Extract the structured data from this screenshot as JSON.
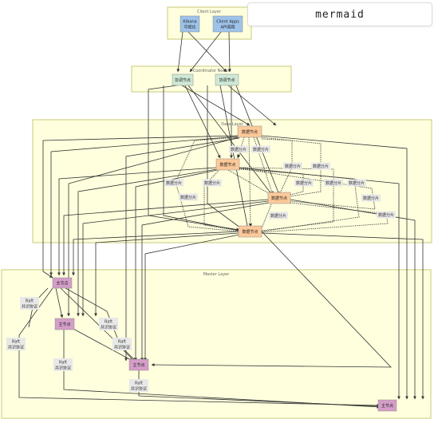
{
  "header": {
    "title": "mermaid"
  },
  "layers": {
    "client": "Client Layer",
    "coordinator": "Coordinator Nodes",
    "data": "Data Layer",
    "master": "Master Layer"
  },
  "nodes": {
    "kibana": [
      "Kibana",
      "可视化"
    ],
    "client_apps": [
      "Client Apps",
      "API调用"
    ],
    "coord_node": "协调节点",
    "data_node": "数据节点",
    "master_node": "主节点"
  },
  "edge_labels": {
    "shard": "数据分片",
    "raft": [
      "Raft",
      "共识协议"
    ]
  },
  "colors": {
    "client_fill": "#9ec3ea",
    "coord_fill": "#cfe9d6",
    "data_fill": "#fdc999",
    "master_fill": "#d49ec8",
    "layer_fill": "#ffffde"
  }
}
